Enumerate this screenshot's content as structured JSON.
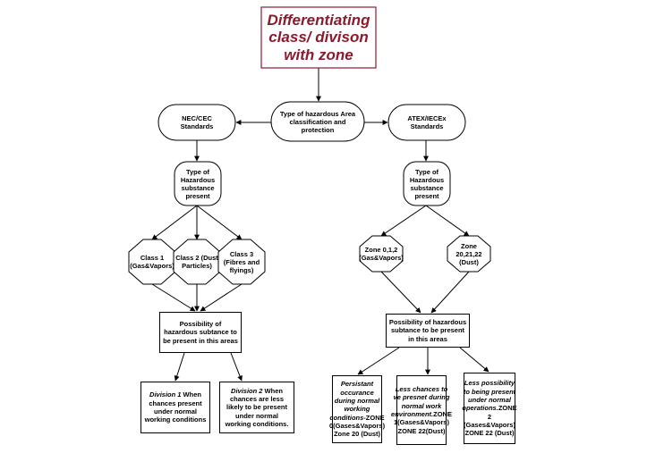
{
  "title": "Differentiating class/ divison with zone",
  "root": "Type of hazardous Area classification and protection",
  "left": {
    "standard": "NEC/CEC Standards",
    "substance": "Type of Hazardous substance present",
    "classes": [
      "Class 1 (Gas&Vapors)",
      "Class 2 (Dust Particles)",
      "Class 3 (Fibres and flyings)"
    ],
    "possibility": "Possibility of hazardous subtance to be present in this areas",
    "div1_italic": "Division 1",
    "div1_rest": " When chances present under normal working conditions",
    "div2_italic": "Division 2",
    "div2_rest": " When chances are less likely to be present under normal working conditions."
  },
  "right": {
    "standard": "ATEX/IECEx Standards",
    "substance": "Type of Hazardous substance present",
    "zones": [
      "Zone 0,1,2 (Gas&Vapors)",
      "Zone 20,21,22 (Dust)"
    ],
    "possibility": "Possibility of hazardous subtance to be present in this areas",
    "z0_italic": "Persistant occurance during normal working conditions",
    "z0_rest": "-ZONE 0(Gases&Vapors) Zone 20 (Dust)",
    "z1_italic": "Less chances to ve presnet during normal work environment.",
    "z1_rest": "ZONE 1(Gases&Vapors) ZONE 22(Dust)",
    "z2_italic": "Less possibility to being present under normal operations.",
    "z2_rest": "ZONE 2 (Gases&Vapors) ZONE 22 (Dust)"
  },
  "colors": {
    "title_text": "#8b1a2e",
    "line": "#000000",
    "fill": "#ffffff"
  }
}
